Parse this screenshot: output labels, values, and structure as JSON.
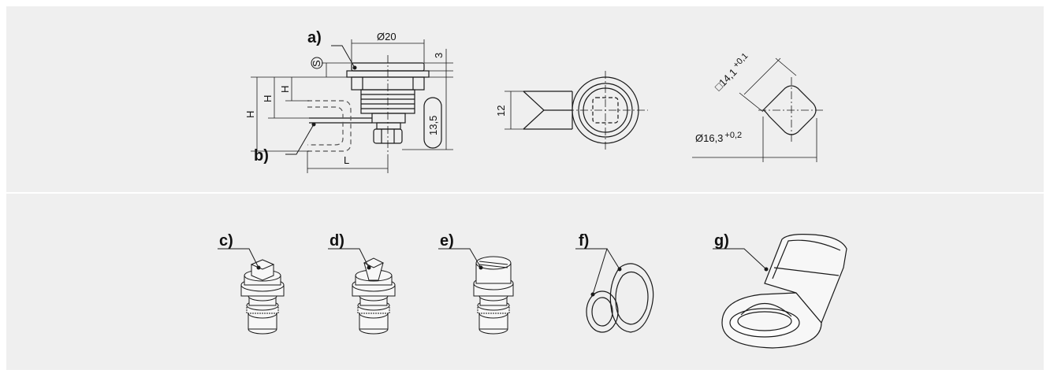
{
  "colors": {
    "panel_bg": "#efefef",
    "line": "#1a1a1a",
    "hidden_line": "#555555",
    "divider": "#ffffff"
  },
  "drawing_1": {
    "callout_a": "a)",
    "callout_b": "b)",
    "dim_diameter": "Ø20",
    "dim_top": "3",
    "dim_S": "S",
    "dim_H_outer": "H",
    "dim_H_mid": "H",
    "dim_H_inner": "H",
    "dim_length": "L",
    "dim_depth": "13,5"
  },
  "drawing_2": {
    "dim_height": "12"
  },
  "drawing_3": {
    "dim_square": "□14,1",
    "dim_square_tol": "+0,1",
    "dim_diameter": "Ø16,3",
    "dim_diameter_tol": "+0,2"
  },
  "parts": {
    "c_label": "c)",
    "d_label": "d)",
    "e_label": "e)",
    "f_label": "f)",
    "g_label": "g)"
  }
}
